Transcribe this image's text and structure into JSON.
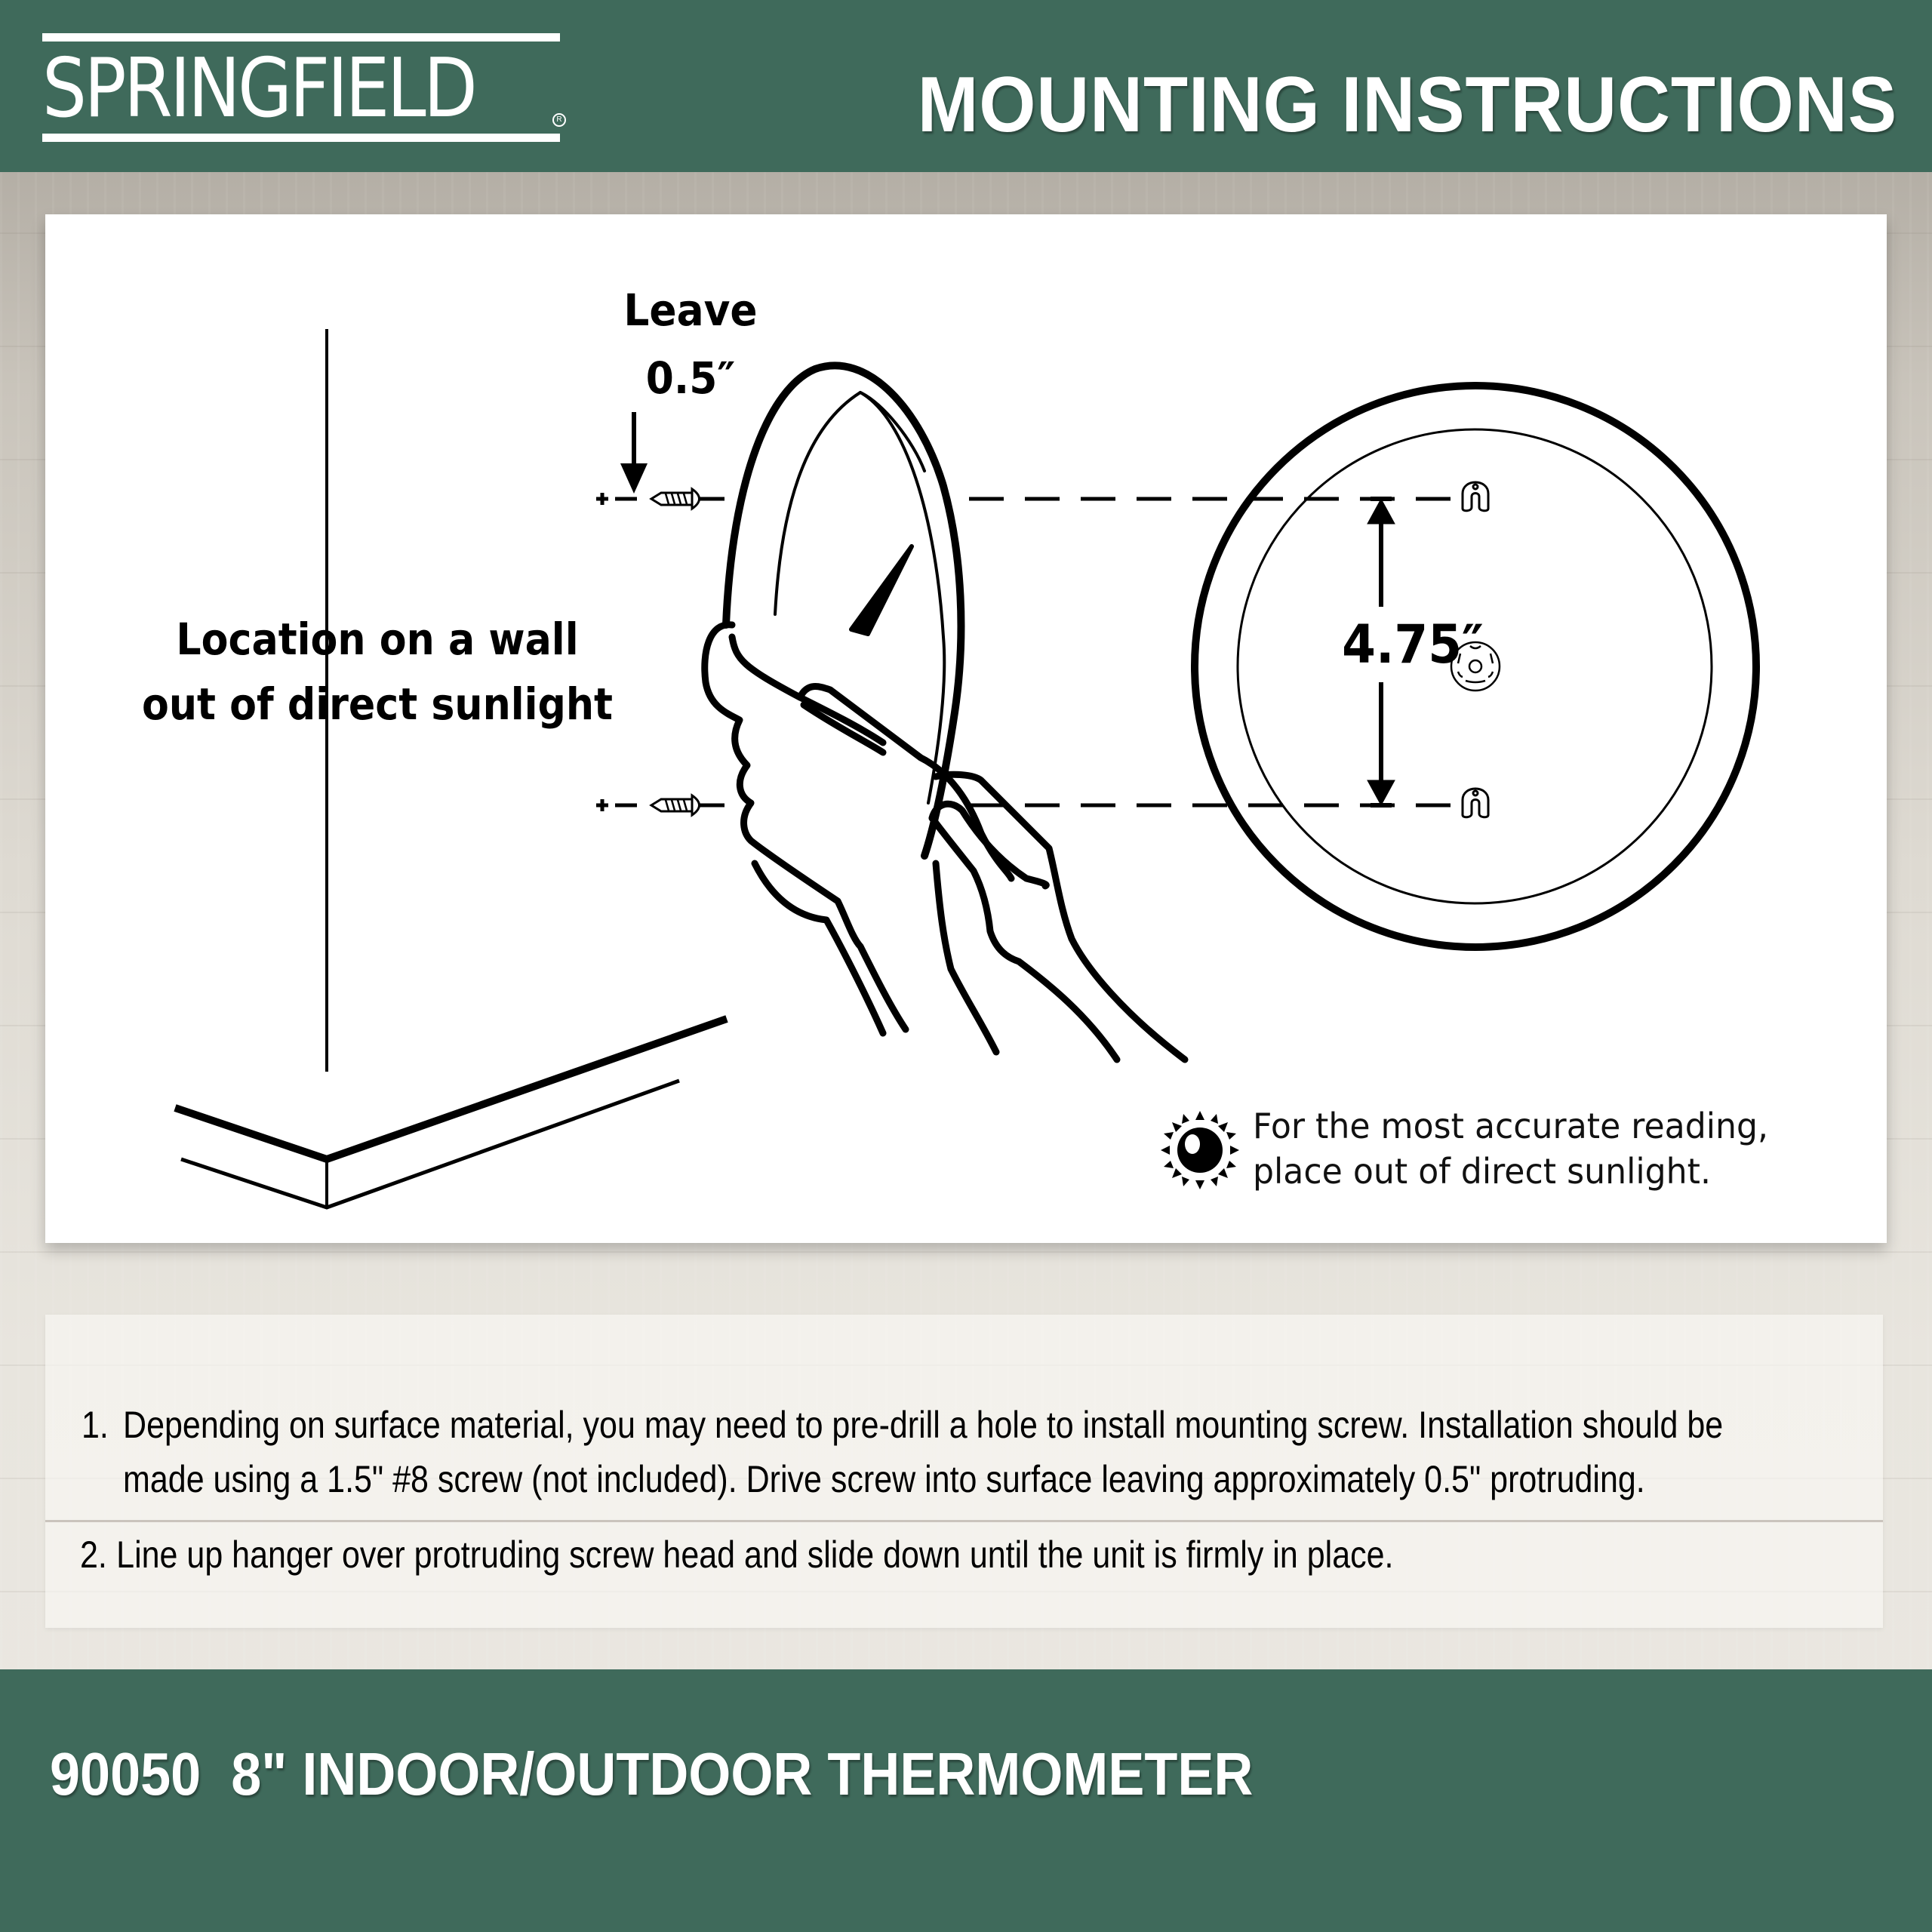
{
  "header": {
    "brand": "SPRINGFIELD",
    "brand_mark": "R",
    "title": "MOUNTING INSTRUCTIONS"
  },
  "diagram": {
    "leave_label_line1": "Leave",
    "leave_label_line2": "0.5″",
    "location_label_line1": "Location on a wall",
    "location_label_line2": "out of direct sunlight",
    "hole_spacing": "4.75″",
    "sun_note_line1": "For the most accurate reading,",
    "sun_note_line2": "place out of direct sunlight.",
    "icons": [
      "screw-icon",
      "keyhole-hanger-icon",
      "sun-icon",
      "hands-holding-thermometer-illustration",
      "wall-corner-illustration",
      "thermometer-back-illustration"
    ]
  },
  "instructions": {
    "steps": [
      {
        "number": "1.",
        "line1": "Depending on surface material, you may need to pre-drill a hole to install mounting screw. Installation should be",
        "line2": "made using a 1.5\" #8 screw (not included). Drive screw into surface leaving approximately 0.5\" protruding."
      },
      {
        "number": "2.",
        "line1": "Line up hanger over protruding screw head and slide down until the unit is firmly in place."
      }
    ]
  },
  "footer": {
    "product": "90050  8\" INDOOR/OUTDOOR THERMOMETER"
  },
  "colors": {
    "brand_green": "#3f6a5b",
    "card_white": "#ffffff",
    "ink": "#000000"
  }
}
